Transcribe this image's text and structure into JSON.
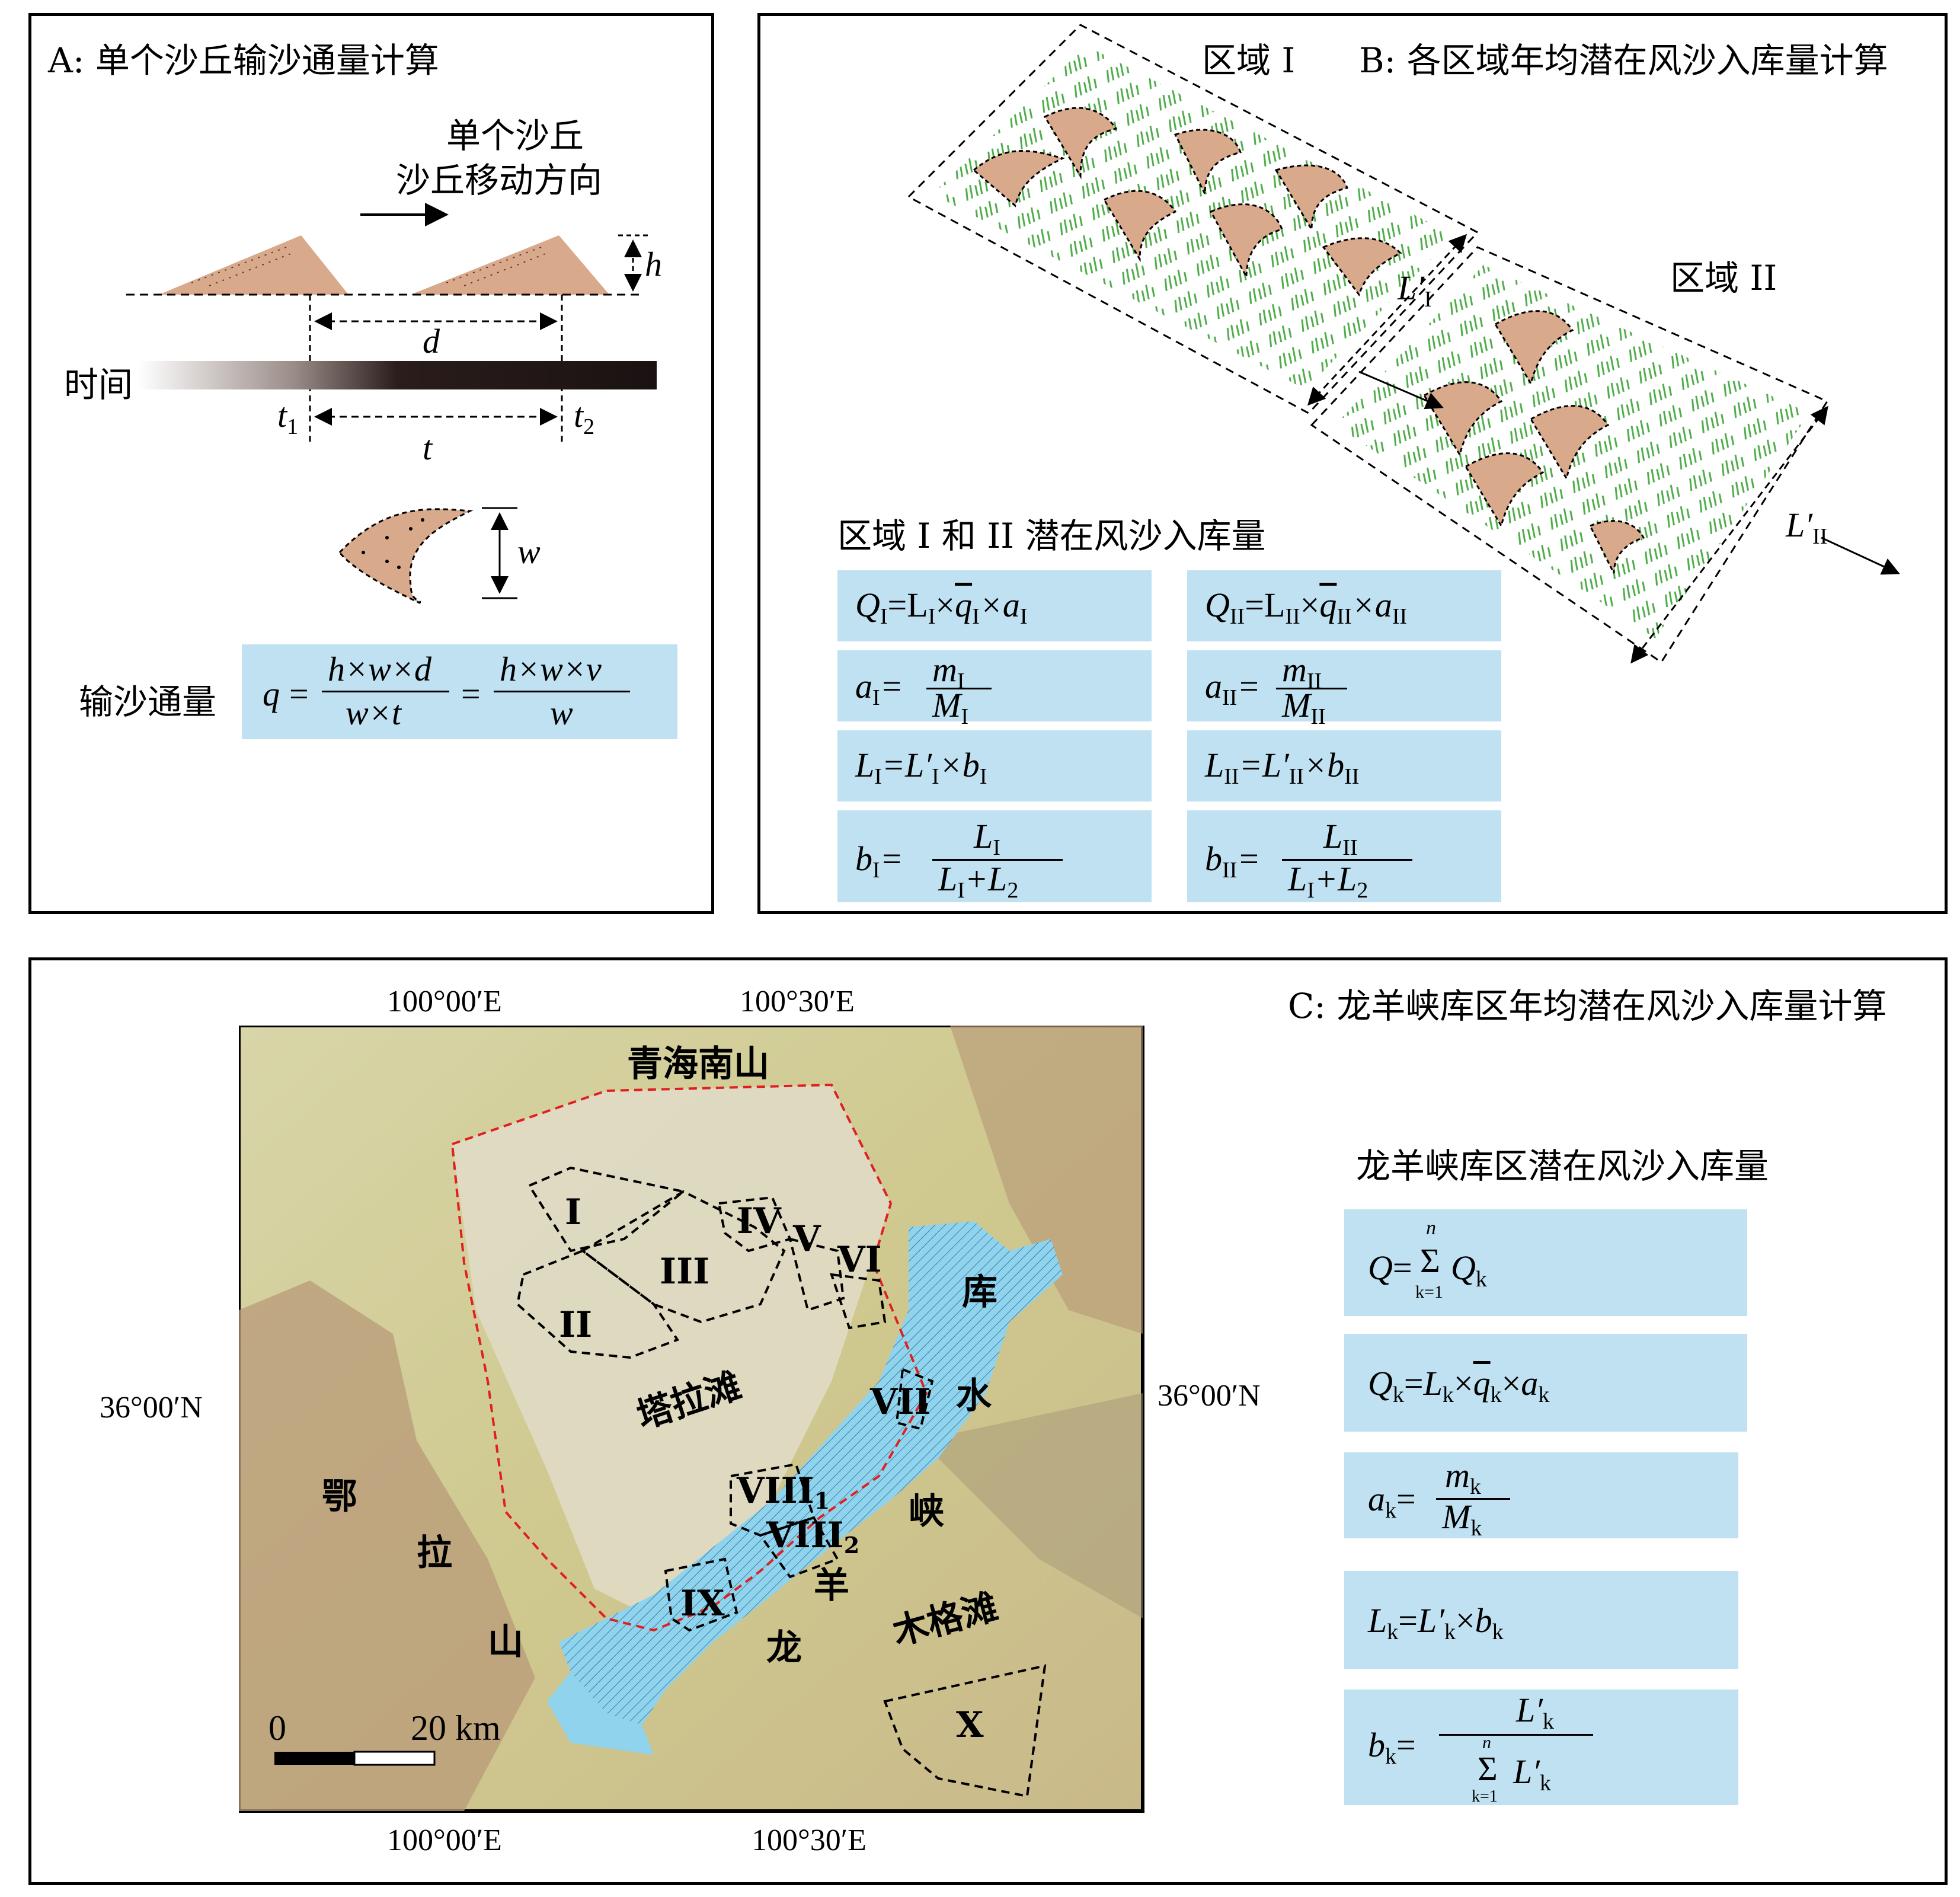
{
  "panelA": {
    "title": "A: 单个沙丘输沙通量计算",
    "dune_label_1": "单个沙丘",
    "dune_label_2": "沙丘移动方向",
    "h": "h",
    "d": "d",
    "time": "时间",
    "t1": "t",
    "t1_sub": "1",
    "t2": "t",
    "t2_sub": "2",
    "t": "t",
    "w": "w",
    "flux_label": "输沙通量",
    "formula_q": "q",
    "formula_num1": "h×w×d",
    "formula_den1": "w×t",
    "formula_num2": "h×w×v",
    "formula_den2": "w"
  },
  "panelB": {
    "region1": "区域 I",
    "region2": "区域 II",
    "title": "B: 各区域年均潜在风沙入库量计算",
    "L1p": "L′",
    "L1p_sub": "I",
    "L2p": "L′",
    "L2p_sub": "II",
    "subtitle": "区域 I 和 II 潜在风沙入库量",
    "eqs_left": [
      "Q",
      "a",
      "L",
      "b"
    ],
    "eqs_right": [
      "Q",
      "a",
      "L",
      "b"
    ],
    "sub1": "I",
    "sub2": "II",
    "eq1_mid": "=L",
    "eq1_x": "×",
    "eq1_q": "q",
    "eq1_a": "×a",
    "eq2_m": "m",
    "eq2_M": "M",
    "eq3_mid": "=L′",
    "eq3_b": "×b",
    "eq4_L": "L",
    "eq4_den": "L",
    "eq4_plus": "+L",
    "eq4_two": "2"
  },
  "panelC": {
    "title": "C: 龙羊峡库区年均潜在风沙入库量计算",
    "subtitle": "龙羊峡库区潜在风沙入库量",
    "lon1_top": "100°00′E",
    "lon2_top": "100°30′E",
    "lon1_bot": "100°00′E",
    "lon2_bot": "100°30′E",
    "lat_left": "36°00′N",
    "lat_right": "36°00′N",
    "places": {
      "qinghai": "青海南山",
      "tala": "塔拉滩",
      "ku": "库",
      "shui": "水",
      "xia": "峡",
      "yang": "羊",
      "long": "龙",
      "e": "鄂",
      "la": "拉",
      "shan": "山",
      "muge": "木格滩"
    },
    "regions": {
      "I": "I",
      "II": "II",
      "III": "III",
      "IV": "IV",
      "V": "V",
      "VI": "VI",
      "VII": "VII",
      "VIII": "VIII",
      "VIII_1": "1",
      "VIII_2": "2",
      "IX": "IX",
      "X": "X"
    },
    "scale_0": "0",
    "scale_20": "20 km",
    "eq_Q": "Q",
    "eq_Qk": "Q",
    "eq_ak": "a",
    "eq_Lk": "L",
    "eq_bk": "b",
    "k": "k",
    "n": "n",
    "k1": "k=1",
    "sigma": "Σ",
    "eq_mk": "m",
    "eq_Mk": "M",
    "eq_Lpk": "L′",
    "eq_bk_sym": "b",
    "colors": {
      "box": "#bfe1f1",
      "sand": "#d9a98c",
      "grass": "#3aa335",
      "water": "#8fd3ec",
      "redline": "#e02020"
    }
  }
}
